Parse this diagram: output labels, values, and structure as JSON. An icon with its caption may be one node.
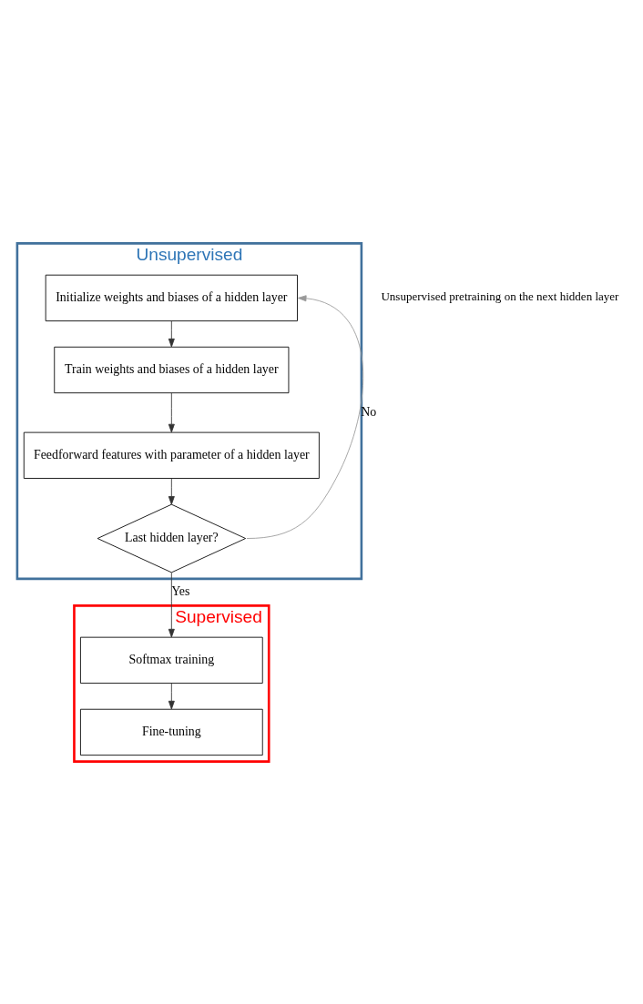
{
  "diagram": {
    "nodes": [
      {
        "text": [
          "Unsupervised"
        ]
      },
      {
        "text": [
          "Initialize weights and biases of a hidden layer"
        ],
        "in": 0
      },
      {
        "text": [
          "Train weights and biases of a hidden layer"
        ],
        "in": 0
      },
      {
        "text": [
          "Feedforward features with parameter of a hidden layer"
        ],
        "in": 0
      },
      {
        "text": [
          "Last hidden layer?"
        ],
        "in": 0
      },
      {
        "text": [
          "Supervised"
        ]
      },
      {
        "text": [
          "Softmax training"
        ],
        "in": 5
      },
      {
        "text": [
          "Fine-tuning"
        ],
        "in": 5
      }
    ],
    "edges": [
      {
        "from": 1,
        "to": 2,
        "arrow": "to"
      },
      {
        "from": 2,
        "to": 3,
        "arrow": "to"
      },
      {
        "from": 3,
        "to": 4,
        "arrow": "to"
      },
      {
        "from": 4,
        "to": 1,
        "arrow": "to",
        "label": "No",
        "color": "#999999"
      },
      {
        "from": 4,
        "to": 6,
        "arrow": "to",
        "label": "Yes"
      },
      {
        "from": 6,
        "to": 7,
        "arrow": "to"
      }
    ],
    "labels": [
      "Unsupervised pretraining on the next hidden layer"
    ]
  }
}
